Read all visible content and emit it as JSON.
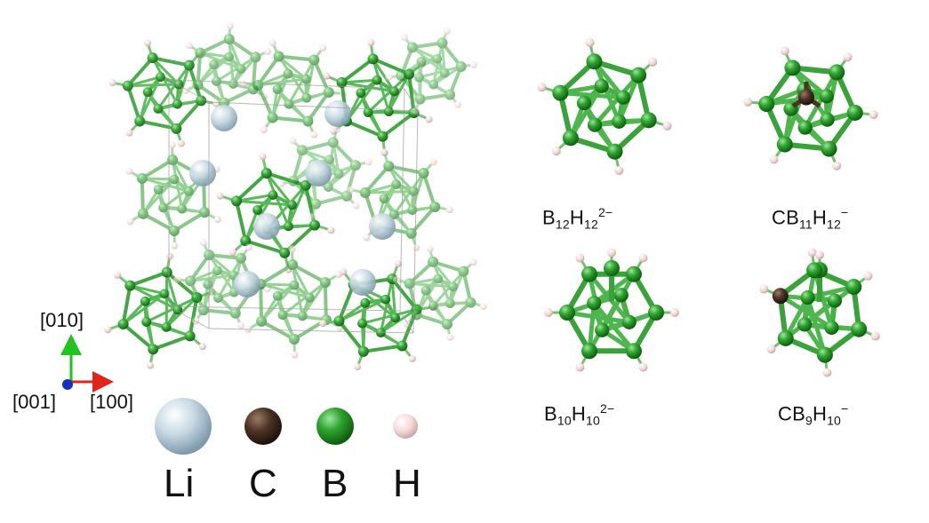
{
  "figure": {
    "axes": {
      "up": "[010]",
      "out": "[001]",
      "right": "[100]"
    },
    "clusters": [
      {
        "id": "b12h12",
        "base1": "B",
        "n1": "12",
        "base2": "H",
        "n2": "12",
        "charge": "2−"
      },
      {
        "id": "cb11h12",
        "base1": "CB",
        "n1": "11",
        "base2": "H",
        "n2": "12",
        "charge": "−"
      },
      {
        "id": "b10h10",
        "base1": "B",
        "n1": "10",
        "base2": "H",
        "n2": "10",
        "charge": "2−"
      },
      {
        "id": "cb9h10",
        "base1": "CB",
        "n1": "9",
        "base2": "H",
        "n2": "10",
        "charge": "−"
      }
    ],
    "legend": [
      {
        "label": "Li",
        "color": "#b9cfdc"
      },
      {
        "label": "C",
        "color": "#4a3325"
      },
      {
        "label": "B",
        "color": "#1f9a1f"
      },
      {
        "label": "H",
        "color": "#f2d6d6"
      }
    ],
    "colors": {
      "boron": "#2e9e2e",
      "boron_light": "#8ed48e",
      "bond": "#3a9a3a",
      "hydrogen": "#f1d2d2",
      "lithium": "#bcd0db",
      "carbon": "#4b3324"
    }
  }
}
